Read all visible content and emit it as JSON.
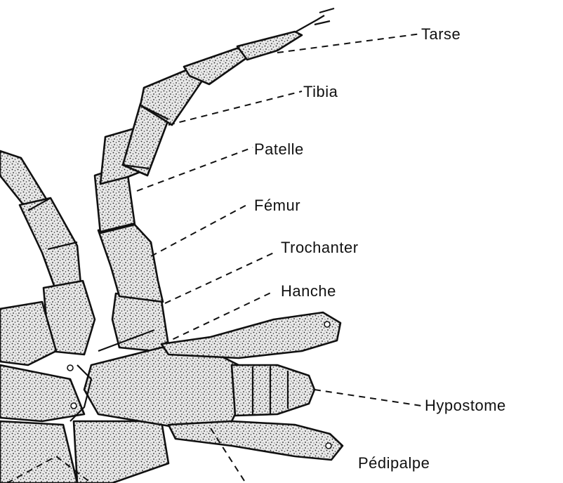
{
  "labels": {
    "tarse": "Tarse",
    "tibia": "Tibia",
    "patelle": "Patelle",
    "femur": "Fémur",
    "trochanter": "Trochanter",
    "hanche": "Hanche",
    "hypostome": "Hypostome",
    "pedipalpe": "Pédipalpe"
  },
  "colors": {
    "ink": "#111111",
    "paper": "#ffffff"
  }
}
